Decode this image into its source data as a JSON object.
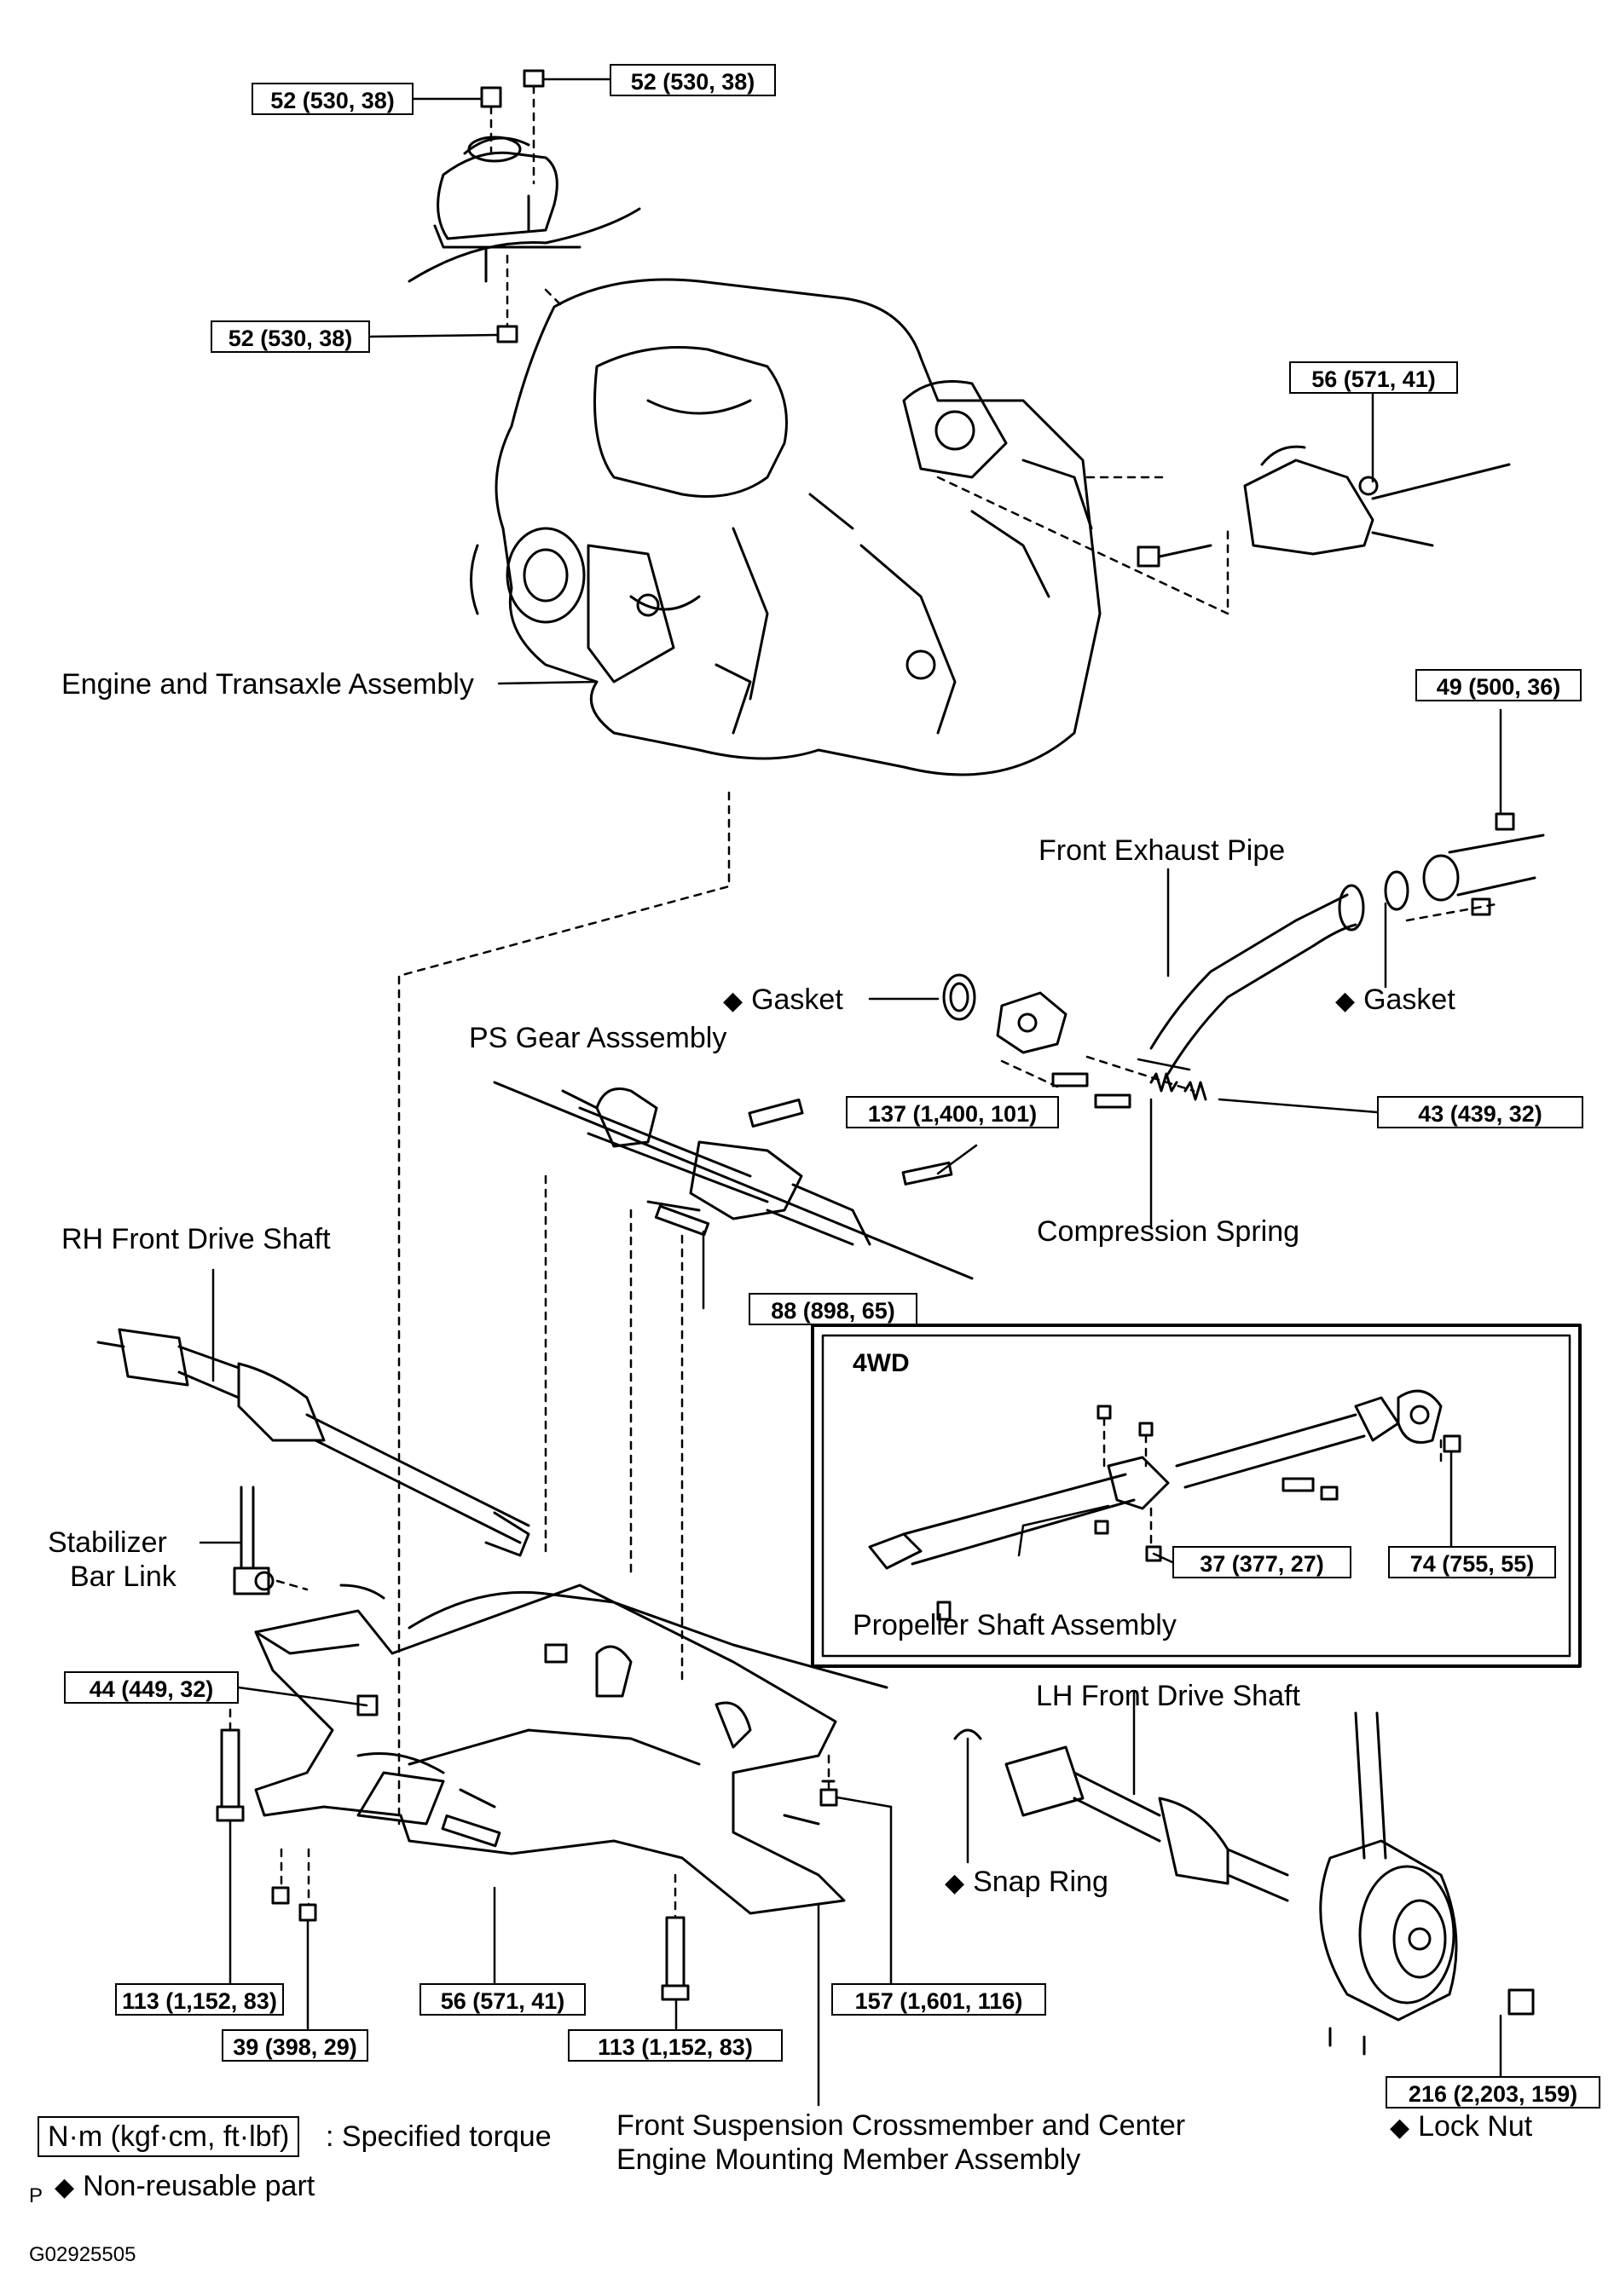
{
  "labels": {
    "engine": "Engine and Transaxle Assembly",
    "front_exhaust_pipe": "Front Exhaust Pipe",
    "gasket_left": "Gasket",
    "gasket_right": "Gasket",
    "ps_gear": "PS Gear Asssembly",
    "compression_spring": "Compression Spring",
    "rh_drive_shaft": "RH Front Drive Shaft",
    "stabilizer_line1": "Stabilizer",
    "stabilizer_line2": "Bar Link",
    "inset_title": "4WD",
    "propeller_shaft": "Propeller Shaft Assembly",
    "lh_drive_shaft": "LH Front Drive Shaft",
    "snap_ring": "Snap Ring",
    "lock_nut": "Lock Nut",
    "crossmember_line1": "Front Suspension Crossmember and Center",
    "crossmember_line2": "Engine Mounting Member Assembly"
  },
  "torques": {
    "t_mount_left": "52 (530, 38)",
    "t_mount_right": "52 (530, 38)",
    "t_mount_lower": "52 (530, 38)",
    "t_rear_mount": "56 (571, 41)",
    "t_exhaust_flange": "49 (500, 36)",
    "t_ps_gear": "137 (1,400, 101)",
    "t_spring_bolt": "43 (439, 32)",
    "t_ps_lower": "88 (898, 65)",
    "t_prop_bearing": "37 (377, 27)",
    "t_prop_flange": "74 (755, 55)",
    "t_stabilizer": "44 (449, 32)",
    "t_cross_front": "113 (1,152, 83)",
    "t_cross_small": "39 (398, 29)",
    "t_cross_mid": "56 (571, 41)",
    "t_cross_center": "113 (1,152, 83)",
    "t_cross_rear": "157 (1,601, 116)",
    "t_lock_nut": "216 (2,203, 159)"
  },
  "legend": {
    "unit_box": "N·m (kgf·cm, ft·lbf)",
    "unit_text": ": Specified torque",
    "nonreusable": "Non-reusable part",
    "p_mark": "P",
    "diagram_id": "G02925505"
  },
  "symbols": {
    "non_reusable": "◆"
  }
}
